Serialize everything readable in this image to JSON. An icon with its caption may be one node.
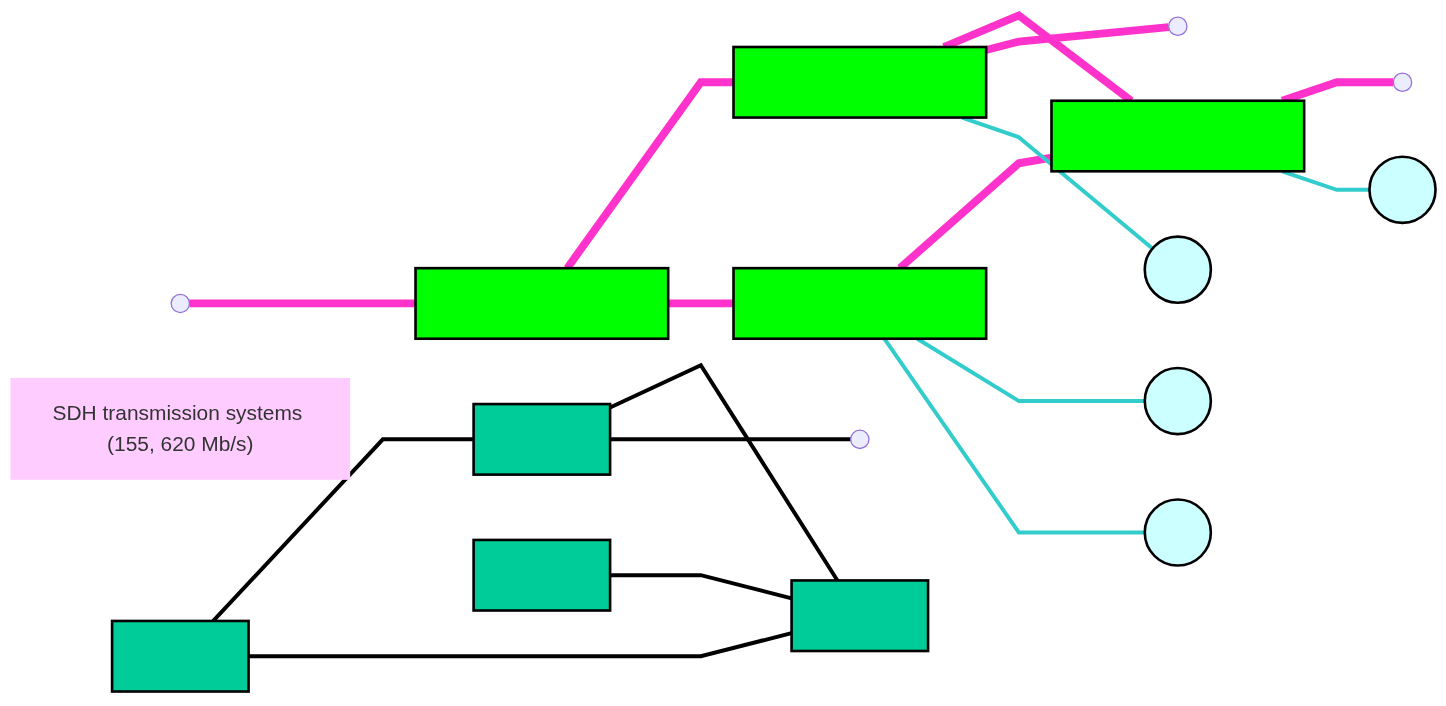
{
  "diagram": {
    "nodes": [
      {
        "text": [],
        "shape": "box"
      },
      {
        "text": [],
        "shape": "box"
      },
      {
        "text": [],
        "shape": "box"
      },
      {
        "text": [],
        "shape": "box"
      },
      {
        "text": [],
        "shape": "circle"
      },
      {
        "text": [],
        "shape": "circle"
      },
      {
        "text": [],
        "shape": "box"
      },
      {
        "text": [],
        "shape": "box"
      },
      {
        "text": [
          "SDH transmission systems (155, 620 Mb/s)"
        ]
      },
      {
        "text": [],
        "shape": "circle"
      },
      {
        "text": [],
        "shape": "box"
      },
      {
        "text": [],
        "shape": "box"
      },
      {
        "text": [],
        "shape": "circle"
      }
    ],
    "edges": [
      {
        "from": 0,
        "to": 2,
        "arrow": "none",
        "style": "thick"
      },
      {
        "from": 0,
        "to": 6,
        "arrow": "none",
        "style": "thick"
      },
      {
        "from": 6,
        "to": 11,
        "arrow": "none",
        "style": "thick"
      },
      {
        "from": 2,
        "to": 11,
        "arrow": "none",
        "style": "thick"
      },
      {
        "from": null,
        "to": 0,
        "arrow": "none",
        "style": "thick"
      },
      {
        "from": 2,
        "to": null,
        "arrow": "none",
        "style": "thick"
      },
      {
        "from": 11,
        "to": null,
        "arrow": "none",
        "style": "thick"
      },
      {
        "from": 1,
        "to": 3,
        "arrow": "none",
        "color": "#000000"
      },
      {
        "from": 1,
        "to": 10,
        "arrow": "none",
        "color": "#000000"
      },
      {
        "from": 3,
        "to": 10,
        "arrow": "none",
        "color": "#000000"
      },
      {
        "from": 3,
        "to": null,
        "arrow": "none",
        "color": "#000000"
      },
      {
        "from": 7,
        "to": 10,
        "arrow": "none",
        "color": "#000000"
      },
      {
        "from": 2,
        "to": 4,
        "arrow": "none",
        "color": "#33cccc"
      },
      {
        "from": 6,
        "to": 5,
        "arrow": "none",
        "color": "#33cccc"
      },
      {
        "from": 6,
        "to": 9,
        "arrow": "none",
        "color": "#33cccc"
      },
      {
        "from": 11,
        "to": 12,
        "arrow": "none",
        "color": "#33cccc"
      }
    ]
  }
}
